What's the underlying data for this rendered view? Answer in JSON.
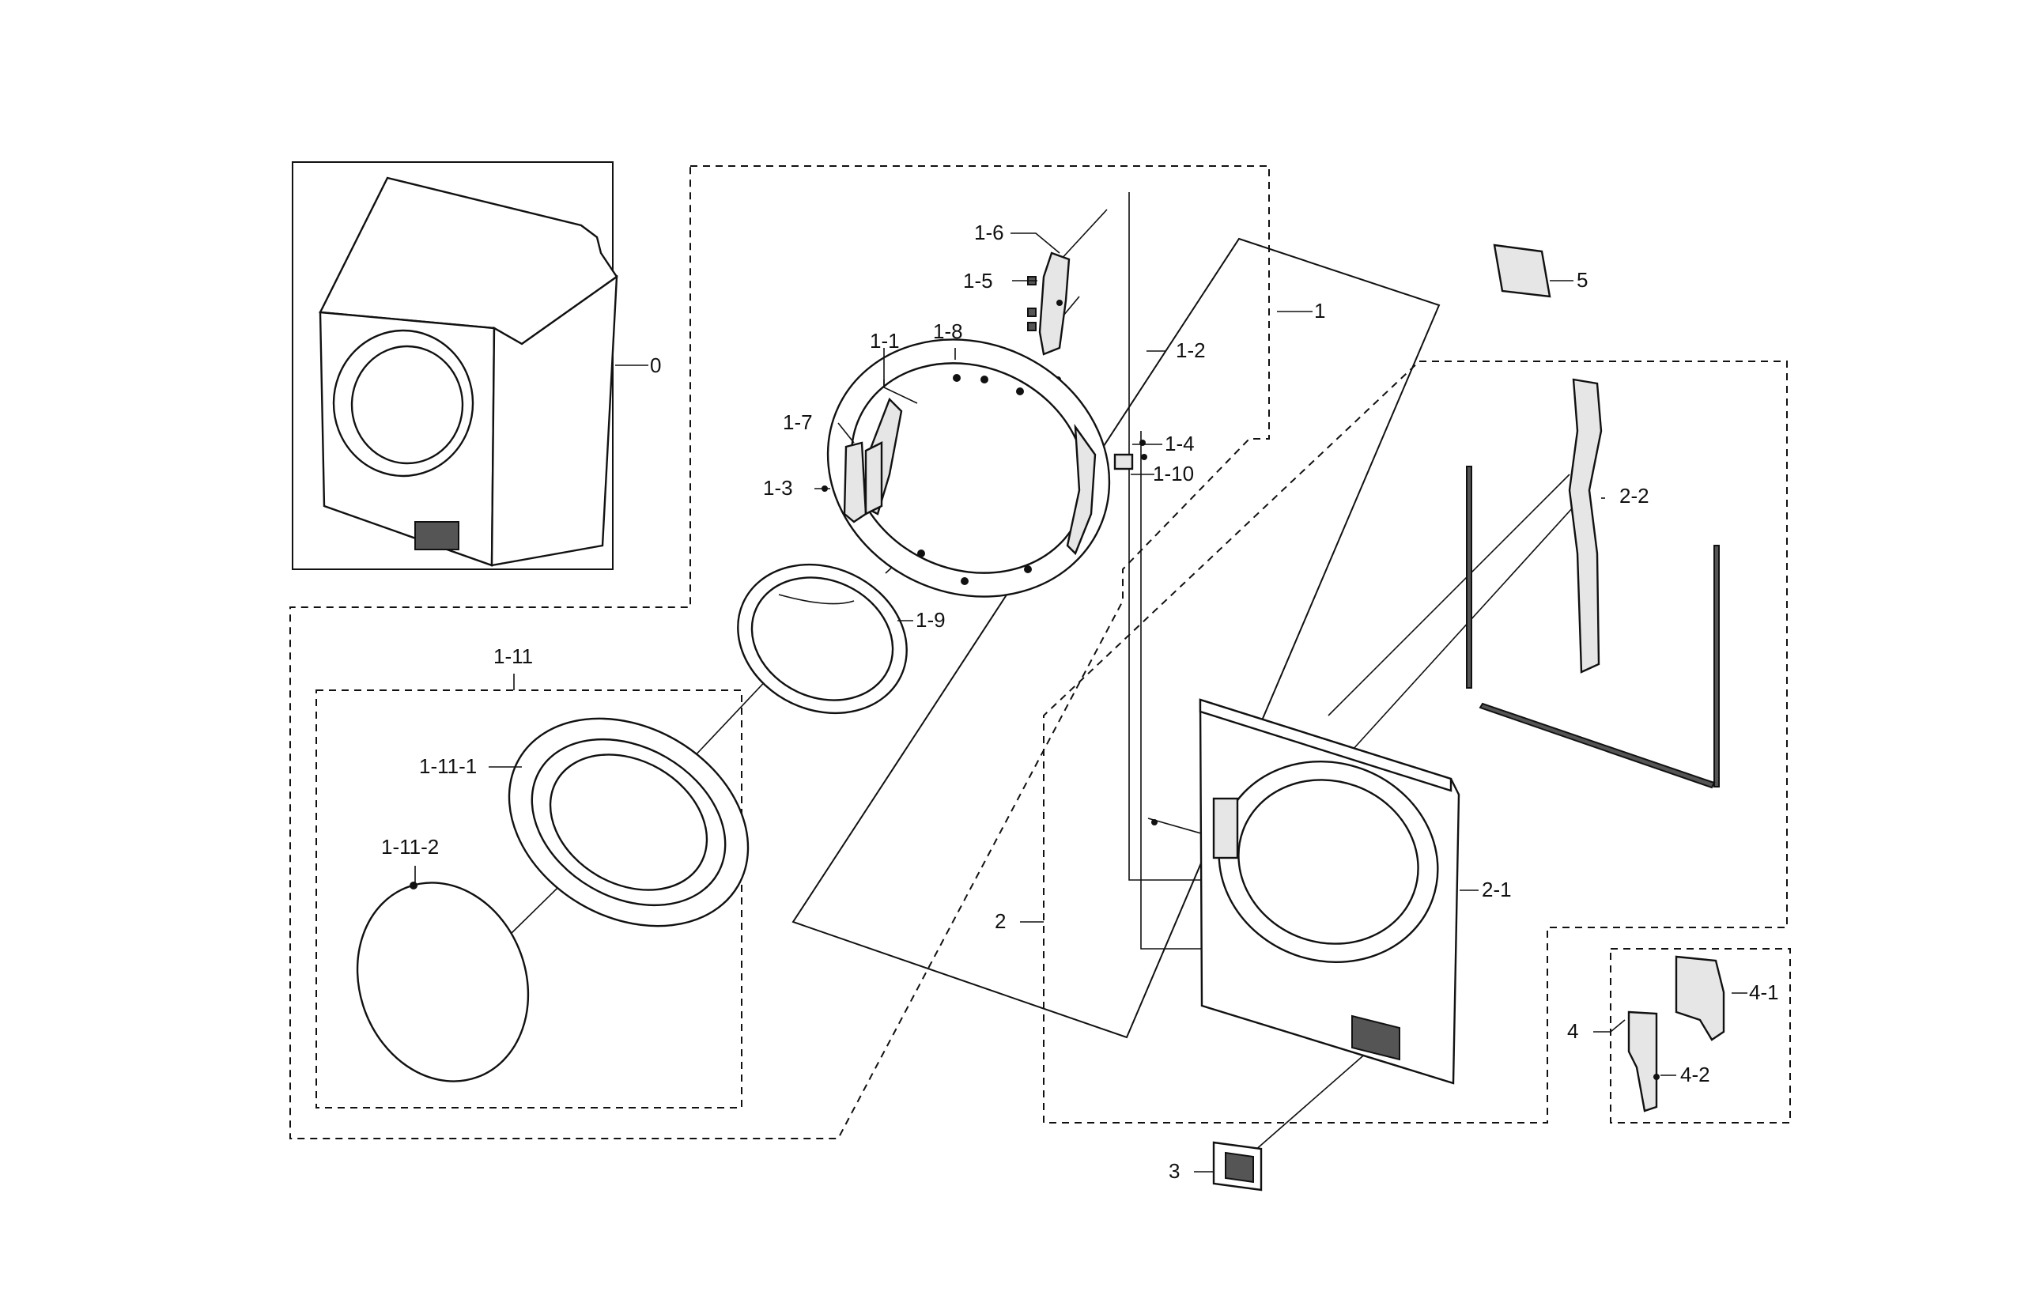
{
  "labels": {
    "l0": "0",
    "l1": "1",
    "l1_1": "1-1",
    "l1_2": "1-2",
    "l1_3": "1-3",
    "l1_4": "1-4",
    "l1_5": "1-5",
    "l1_6": "1-6",
    "l1_7": "1-7",
    "l1_8": "1-8",
    "l1_9": "1-9",
    "l1_10": "1-10",
    "l1_11": "1-11",
    "l1_11_1": "1-11-1",
    "l1_11_2": "1-11-2",
    "l2": "2",
    "l2_1": "2-1",
    "l2_2": "2-2",
    "l3": "3",
    "l4": "4",
    "l4_1": "4-1",
    "l4_2": "4-2",
    "l5": "5"
  }
}
